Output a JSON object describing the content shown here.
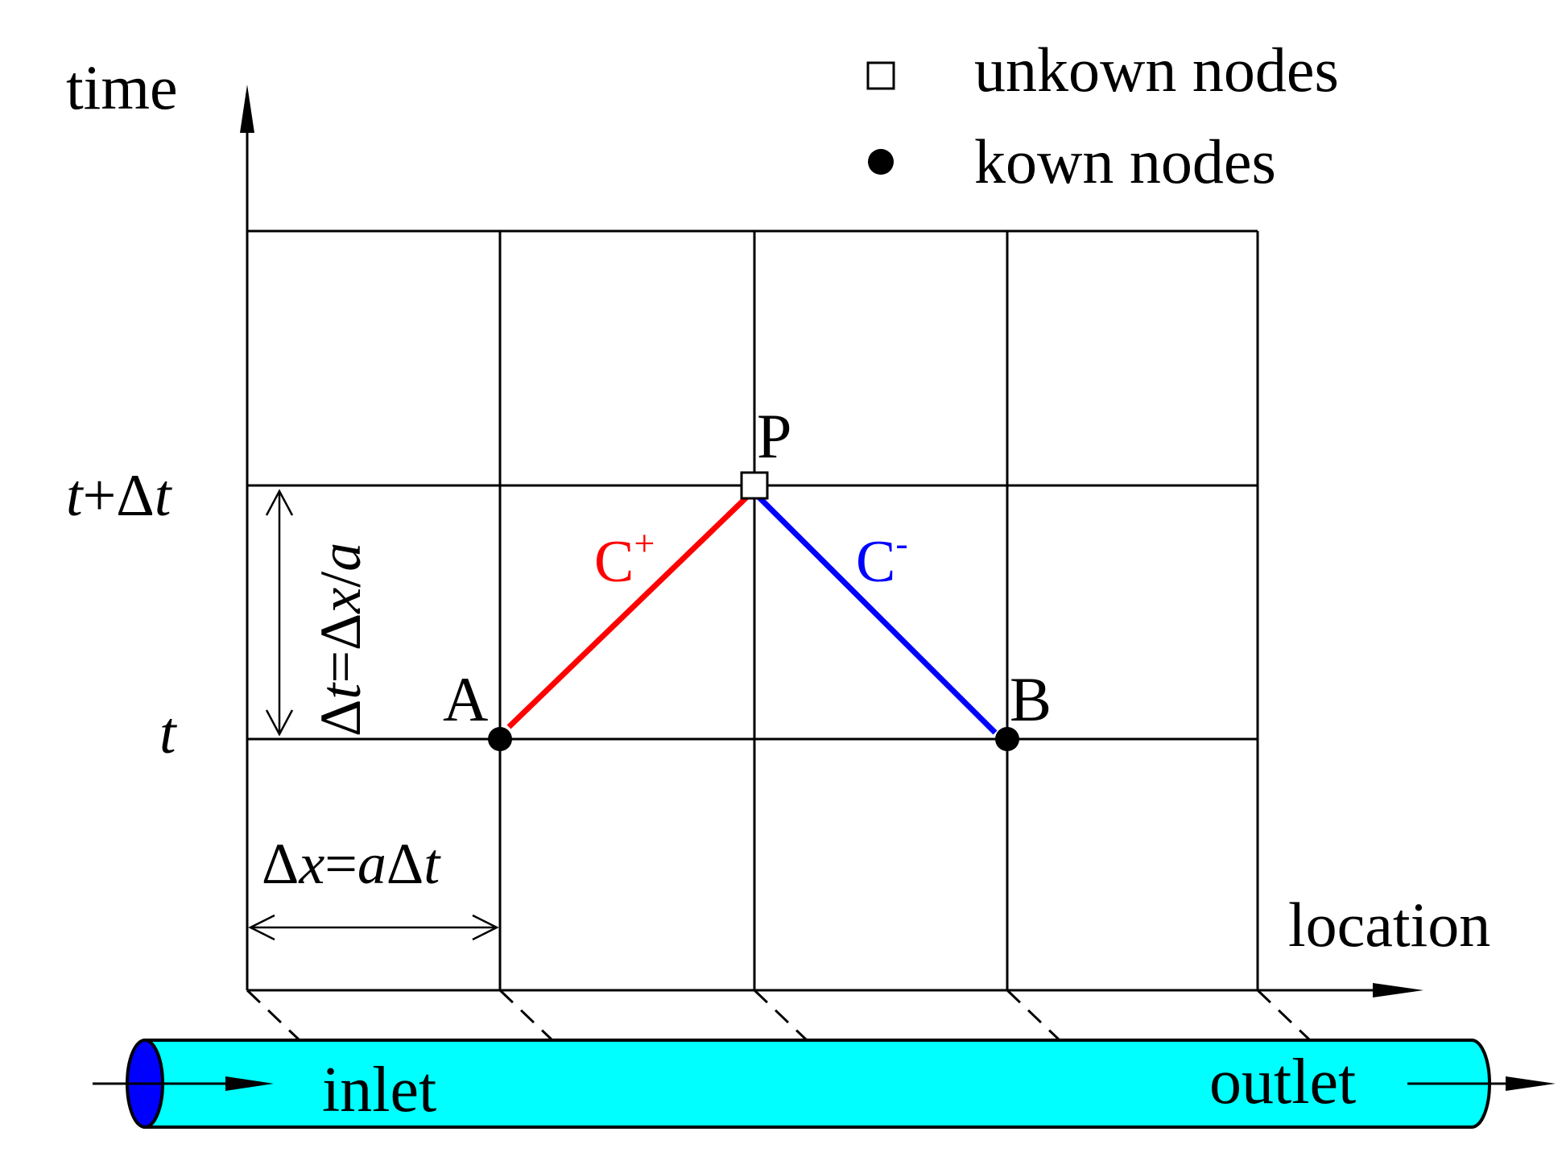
{
  "axes": {
    "y_label": "time",
    "x_label": "location"
  },
  "legend": {
    "unknown_label": "unkown nodes",
    "known_label": "kown nodes"
  },
  "time_labels": {
    "t_label": "t",
    "t_plus_label_t1": "t",
    "t_plus_label_op": "+Δ",
    "t_plus_label_t2": "t"
  },
  "dimensions": {
    "dt": {
      "p1": "Δ",
      "p2": "t",
      "p3": "=Δ",
      "p4": "x",
      "p5": "/",
      "p6": "a"
    },
    "dx": {
      "p1": "Δ",
      "p2": "x",
      "p3": "=",
      "p4": "a",
      "p5": "Δ",
      "p6": "t"
    }
  },
  "nodes": {
    "A": "A",
    "B": "B",
    "P": "P"
  },
  "characteristics": {
    "c_plus": {
      "base": "C",
      "sup": "+",
      "color": "#ff0000"
    },
    "c_minus": {
      "base": "C",
      "sup": "-",
      "color": "#0000ff"
    }
  },
  "pipe": {
    "inlet_label": "inlet",
    "outlet_label": "outlet",
    "fill_color": "#00ffff",
    "end_color": "#0000ff"
  }
}
